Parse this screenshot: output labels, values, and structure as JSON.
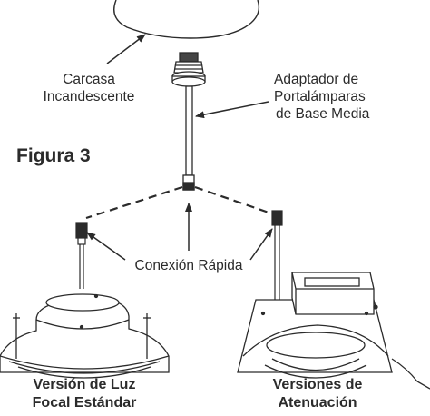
{
  "figure": {
    "title": "Figura 3"
  },
  "labels": {
    "housing": [
      "Carcasa",
      "Incandescente"
    ],
    "adapter": [
      "Adaptador de",
      "Portalámparas",
      "de Base Media"
    ],
    "connection": "Conexión Rápida"
  },
  "captions": {
    "standard": [
      "Versión de Luz",
      "Focal Estándar"
    ],
    "dimming": [
      "Versiones de",
      "Atenuación"
    ]
  },
  "colors": {
    "ink": "#2b2b2b",
    "background": "#ffffff"
  }
}
